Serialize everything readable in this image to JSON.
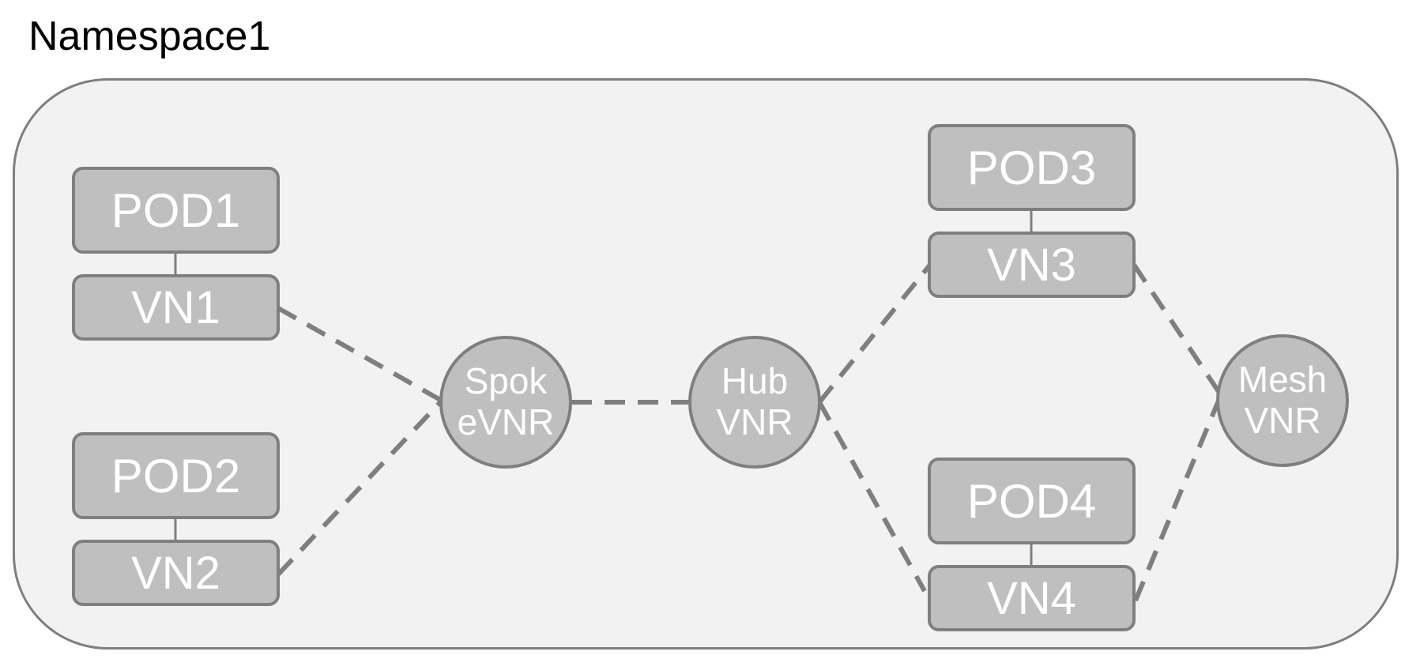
{
  "namespace": {
    "title": "Namespace1"
  },
  "pods": {
    "pod1": "POD1",
    "pod2": "POD2",
    "pod3": "POD3",
    "pod4": "POD4"
  },
  "vns": {
    "vn1": "VN1",
    "vn2": "VN2",
    "vn3": "VN3",
    "vn4": "VN4"
  },
  "routers": {
    "spoke": {
      "line1": "Spok",
      "line2": "eVNR"
    },
    "hub": {
      "line1": "Hub",
      "line2": "VNR"
    },
    "mesh": {
      "line1": "Mesh",
      "line2": "VNR"
    }
  },
  "colors": {
    "fill": "#bfbfbf",
    "stroke": "#7f7f7f",
    "background": "#f2f2f2",
    "text": "#ffffff"
  }
}
